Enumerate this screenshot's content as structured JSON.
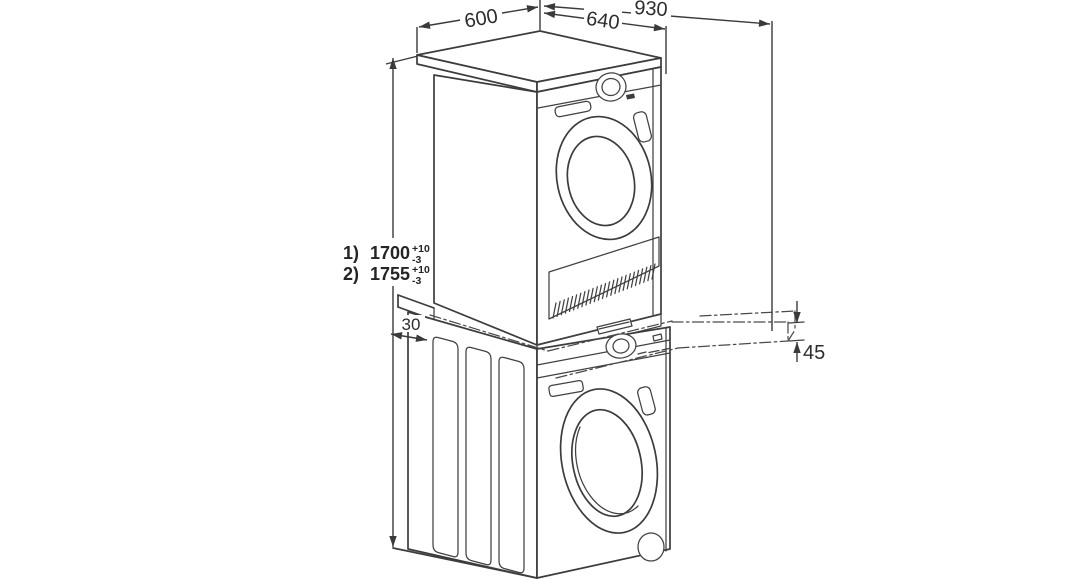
{
  "diagram": {
    "type": "technical-dimension-drawing",
    "subject": "dryer stacked on washing machine with stacking-kit pull-out shelf",
    "colors": {
      "background": "#ffffff",
      "line": "#3c3c3c",
      "text": "#2d2d2d"
    },
    "dimensions": {
      "width_top": "600",
      "depth_top": "640",
      "depth_total": "930",
      "height_option_1_index": "1)",
      "height_option_1_value": "1700",
      "height_option_1_tol_upper": "+10",
      "height_option_1_tol_lower": "-3",
      "height_option_2_index": "2)",
      "height_option_2_value": "1755",
      "height_option_2_tol_upper": "+10",
      "height_option_2_tol_lower": "-3",
      "frame_ledge_depth": "30",
      "shelf_thickness": "45"
    },
    "parts": {
      "top_unit": "dryer",
      "bottom_unit": "washing-machine",
      "between": "stacking-frame",
      "phantom": "pull-out-shelf"
    }
  }
}
